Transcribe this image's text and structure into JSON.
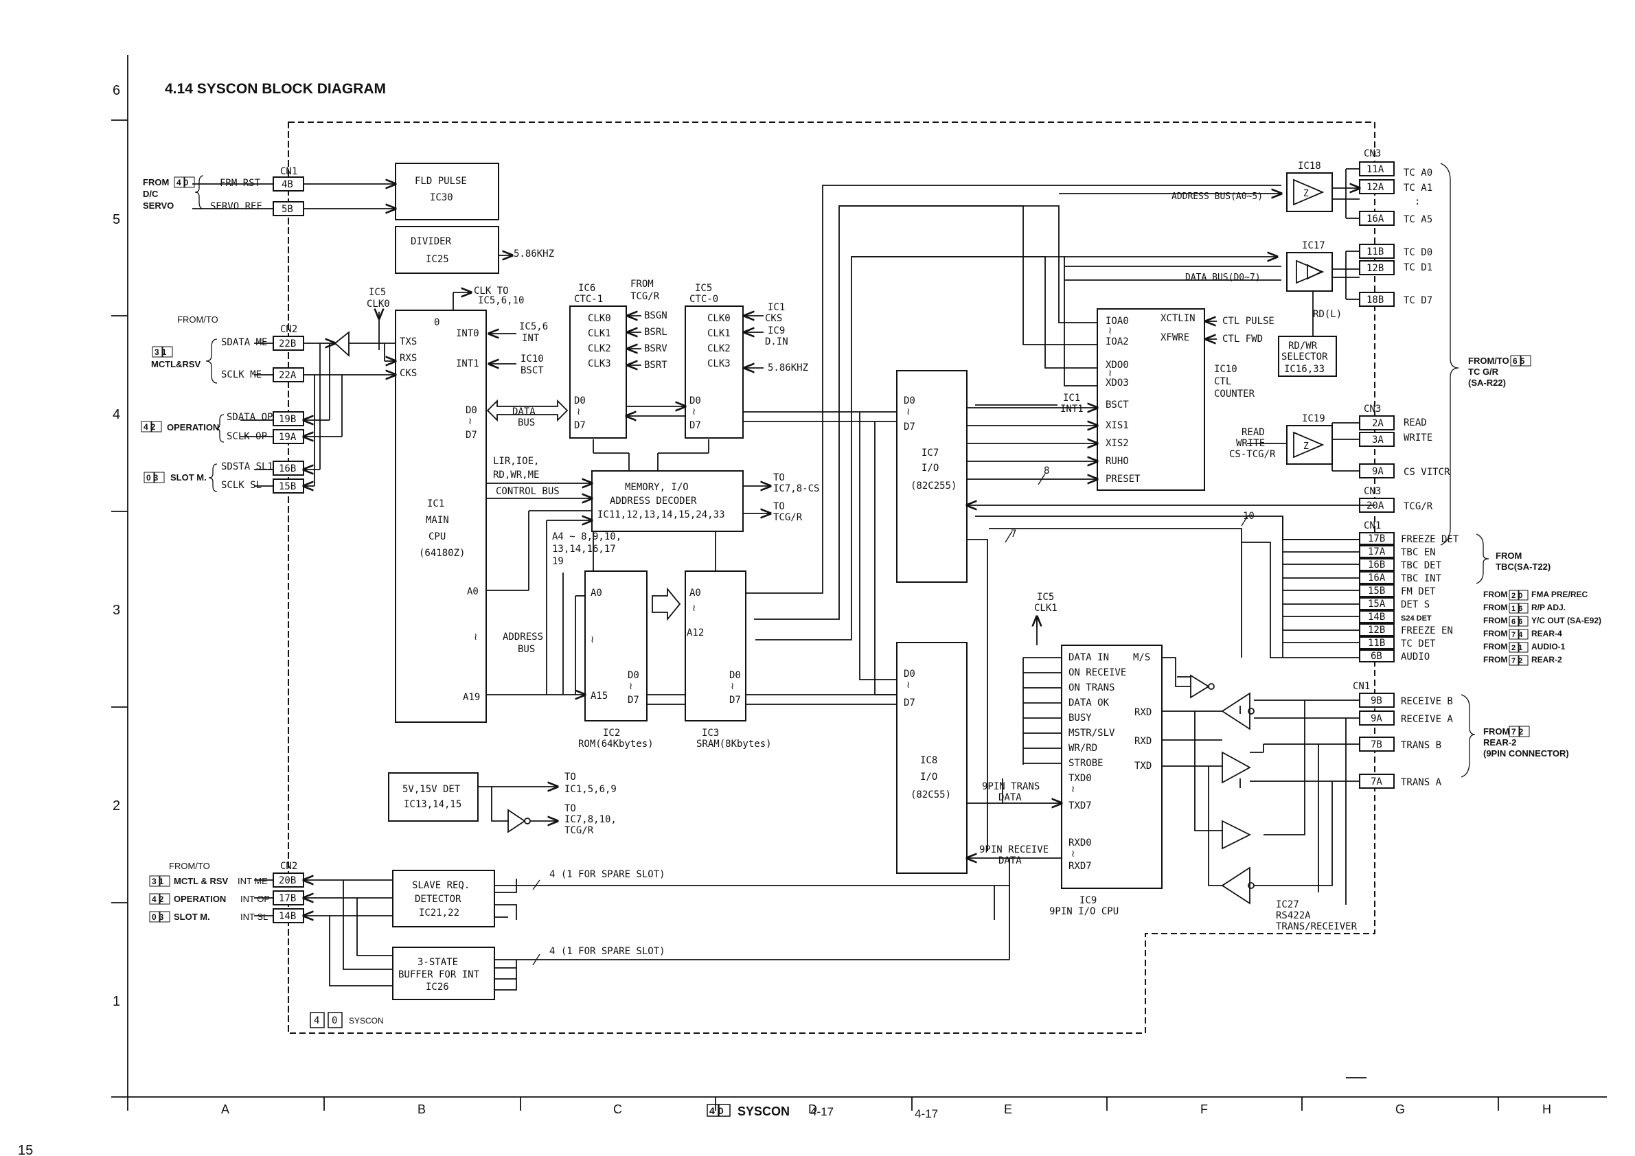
{
  "title": "4.14  SYSCON BLOCK DIAGRAM",
  "row_markers": [
    "6",
    "5",
    "4",
    "3",
    "2",
    "1"
  ],
  "column_markers": [
    "A",
    "B",
    "C",
    "D",
    "E",
    "F",
    "G",
    "H"
  ],
  "footer": {
    "badge": "40",
    "name": "SYSCON",
    "page_a": "4-17",
    "page_b": "4-17",
    "sheet": "15"
  },
  "syscon_label": {
    "d1": "4",
    "d2": "0",
    "text": "SYSCON"
  },
  "left": {
    "from40": "FROM",
    "from40_badge": "40",
    "dc": "D/C",
    "servo": "SERVO",
    "frm_rst": "FRM RST",
    "servo_ref": "SERVO REF",
    "from_to": "FROM/TO",
    "mctl_badge": "31",
    "mctl": "MCTL&RSV",
    "sdata_me": "SDATA ME",
    "sclk_me": "SCLK ME",
    "op_badge": "42",
    "operation": "OPERATION",
    "sdata_op": "SDATA OP",
    "sclk_op": "SCLK OP",
    "slot_badge": "03",
    "slot": "SLOT M.",
    "sdsta_sl1": "SDSTA SL1",
    "sclk_sl": "SCLK SL",
    "from_to2": "FROM/TO",
    "mctl2": "MCTL & RSV",
    "operation2": "OPERATION",
    "slot2": "SLOT M.",
    "int_me": "INT ME",
    "int_op": "INT OP",
    "int_sl": "INT SL"
  },
  "connectors": {
    "cn1": "CN1",
    "p48": "4B",
    "p5b": "5B",
    "cn2": "CN2",
    "p22b": "22B",
    "p22a": "22A",
    "p19b": "19B",
    "p19a": "19A",
    "p16b": "16B",
    "p15b": "15B",
    "cn2b": "CN2",
    "p20b": "20B",
    "p17b": "17B",
    "p14b": "14B"
  },
  "blocks": {
    "fld1": "FLD PULSE",
    "fld2": "IC30",
    "div1": "DIVIDER",
    "div2": "IC25",
    "div_out": "5.86KHZ",
    "clk_to": "CLK TO",
    "clk_to2": "IC5,6,10",
    "ic5clk": "IC5",
    "ic5clk2": "CLK0",
    "cpu_zero": "0",
    "txs": "TXS",
    "rxs": "RXS",
    "cks": "CKS",
    "int0": "INT0",
    "int1": "INT1",
    "int0_src": "IC5,6",
    "int0_src2": "INT",
    "int1_src": "IC10",
    "int1_src2": "BSCT",
    "cpu_d0": "D0",
    "cpu_til": "≀",
    "cpu_d7": "D7",
    "cpu1": "IC1",
    "cpu2": "MAIN",
    "cpu3": "CPU",
    "cpu4": "(64180Z)",
    "cpu_a0": "A0",
    "cpu_a19": "A19",
    "data_bus": "DATA",
    "data_bus2": "BUS",
    "addr_bus": "ADDRESS",
    "addr_bus2": "BUS",
    "ctrl1": "LIR,IOE,",
    "ctrl2": "RD,WR,ME",
    "ctrl3": "CONTROL BUS",
    "a4": "A4 ~ 8,9,10,",
    "a4b": "13,14,16,17",
    "a4c": "19",
    "ic6": "IC6",
    "ic6b": "CTC-1",
    "ic5": "IC5",
    "ic5b": "CTC-0",
    "from_tcg": "FROM",
    "from_tcg2": "TCG/R",
    "clk0": "CLK0",
    "clk1": "CLK1",
    "clk2": "CLK2",
    "clk3": "CLK3",
    "bsgn": "BSGN",
    "bsrl": "BSRL",
    "bsrv": "BSRV",
    "bsrt": "BSRT",
    "ic1cks": "IC1",
    "ic1cks2": "CKS",
    "ic9din": "IC9",
    "ic9din2": "D.IN",
    "k586": "5.86KHZ",
    "mem1": "MEMORY, I/O",
    "mem2": "ADDRESS DECODER",
    "mem3": "IC11,12,13,14,15,24,33",
    "to1": "TO",
    "to1b": "IC7,8-CS",
    "to2": "TO",
    "to2b": "TCG/R",
    "ic2a0": "A0",
    "ic2a15": "A15",
    "ic2d0": "D0",
    "ic2d7": "D7",
    "ic2": "IC2",
    "ic2b": "ROM(64Kbytes)",
    "ic3a0": "A0",
    "ic3a12": "A12",
    "ic3d0": "D0",
    "ic3d7": "D7",
    "ic3": "IC3",
    "ic3b": "SRAM(8Kbytes)",
    "det1": "5V,15V DET",
    "det2": "IC13,14,15",
    "det_to": "TO",
    "det_to2": "IC1,5,6,9",
    "det_to3": "TO",
    "det_to4": "IC7,8,10,",
    "det_to5": "TCG/R",
    "slave1": "SLAVE REQ.",
    "slave2": "DETECTOR",
    "slave3": "IC21,22",
    "tri1": "3-STATE",
    "tri2": "BUFFER FOR INT",
    "tri3": "IC26",
    "spare1": "4 (1 FOR SPARE SLOT)",
    "spare2": "4 (1 FOR SPARE SLOT)",
    "ic7d0": "D0",
    "ic7d7": "D7",
    "ic7": "IC7",
    "ic7b": "I/O",
    "ic7c": "(82C255)",
    "ic8d0": "D0",
    "ic8d7": "D7",
    "ic8": "IC8",
    "ic8b": "I/O",
    "ic8c": "(82C55)",
    "ic10a0": "IOA0",
    "ic10a2": "IOA2",
    "ic10x0": "XDO0",
    "ic10x3": "XDO3",
    "bsct": "BSCT",
    "xis1": "XIS1",
    "xis2": "XIS2",
    "ruho": "RUHO",
    "preset": "PRESET",
    "xctlin": "XCTLIN",
    "xfwre": "XFWRE",
    "ic10": "IC10",
    "ic10b": "CTL",
    "ic10c": "COUNTER",
    "ctl_pulse": "CTL PULSE",
    "ctl_fwd": "CTL FWD",
    "ic1int1": "IC1",
    "ic1int1b": "INT1",
    "w8": "8",
    "w7": "7",
    "w10": "10",
    "ic5clk1": "IC5",
    "ic5clk1b": "CLK1",
    "ic9_1": "DATA IN",
    "ic9_2": "ON RECEIVE",
    "ic9_3": "ON TRANS",
    "ic9_4": "DATA OK",
    "ic9_5": "BUSY",
    "ic9_6": "MSTR/SLV",
    "ic9_7": "WR/RD",
    "ic9_8": "STROBE",
    "ic9_ms": "M/S",
    "ic9_rxd1": "RXD",
    "ic9_rxd2": "RXD",
    "ic9_txd": "TXD",
    "ic9_txd0": "TXD0",
    "ic9_txd7": "TXD7",
    "ic9_rxd0": "RXD0",
    "ic9_rxd7": "RXD7",
    "ic9": "IC9",
    "ic9b": "9PIN I/O CPU",
    "trans_data": "9PIN TRANS",
    "trans_data2": "DATA",
    "recv_data": "9PIN RECEIVE",
    "recv_data2": "DATA",
    "ic27": "IC27",
    "ic27b": "RS422A",
    "ic27c": "TRANS/RECEIVER",
    "ic18": "IC18",
    "ic17": "IC17",
    "ic19": "IC19",
    "addr_bus_r": "ADDRESS BUS(A0~5)",
    "data_bus_r": "DATA BUS(D0~7)",
    "rdl": "RD(L)",
    "rdwr1": "RD/WR",
    "rdwr2": "SELECTOR",
    "rdwr3": "IC16,33",
    "rw1": "READ",
    "rw2": "WRITE",
    "rw3": "CS-TCG/R"
  },
  "right": {
    "cn3": "CN3",
    "p11a": "11A",
    "p12a": "12A",
    "p16a": "16A",
    "p11b": "11B",
    "p12b": "12B",
    "p18b": "18B",
    "tca0": "TC A0",
    "tca1": "TC A1",
    "colon": ":",
    "tca5": "TC A5",
    "tcd0": "TC D0",
    "tcd1": "TC D1",
    "tcd7": "TC D7",
    "cn3b": "CN3",
    "p2a": "2A",
    "p3a": "3A",
    "p9a": "9A",
    "read": "READ",
    "write": "WRITE",
    "cs": "CS VITCR",
    "cn3c": "CN3",
    "p20a": "20A",
    "tcgr": "TCG/R",
    "fromto65": "FROM/TO",
    "fromto65_badge": "65",
    "tcgr2": "TC G/R",
    "sar22": "(SA-R22)",
    "cn1": "CN1",
    "c17b": "17B",
    "c17a": "17A",
    "c16b": "16B",
    "c16a": "16A",
    "c15b": "15B",
    "c15a": "15A",
    "c14b": "14B",
    "c12b": "12B",
    "c11b": "11B",
    "c6b": "6B",
    "freeze_det": "FREEZE DET",
    "tbc_en": "TBC EN",
    "tbc_det": "TBC DET",
    "tbc_int": "TBC INT",
    "fm_det": "FM DET",
    "det_s": "DET S",
    "s24_det": "S24 DET",
    "freeze_en": "FREEZE EN",
    "tc_det": "TC DET",
    "audio": "AUDIO",
    "from_tbc": "FROM",
    "from_tbc2": "TBC(SA-T22)",
    "f1": "FROM",
    "f1b": "20",
    "f1c": "FMA PRE/REC",
    "f2": "FROM",
    "f2b": "16",
    "f2c": "R/P ADJ.",
    "f3": "FROM",
    "f3b": "66",
    "f3c": "Y/C OUT (SA-E92)",
    "f4": "FROM",
    "f4b": "74",
    "f4c": "REAR-4",
    "f5": "FROM",
    "f5b": "21",
    "f5c": "AUDIO-1",
    "f6": "FROM",
    "f6b": "72",
    "f6c": "REAR-2",
    "cn1b": "CN1",
    "p9b": "9B",
    "p9a2": "9A",
    "p7b": "7B",
    "p7a": "7A",
    "recv_b": "RECEIVE B",
    "recv_a": "RECEIVE A",
    "trans_b": "TRANS B",
    "trans_a": "TRANS A",
    "from72": "FROM",
    "from72_badge": "72",
    "rear2": "REAR-2",
    "pin9": "(9PIN CONNECTOR)"
  }
}
